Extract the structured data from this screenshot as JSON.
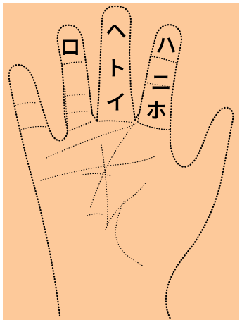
{
  "colors": {
    "skin": "#fdc99a",
    "outline": "#000000",
    "label": "#000000"
  },
  "labels": {
    "ro": "ロ",
    "he": "ヘ",
    "to": "ト",
    "i": "イ",
    "ha": "ハ",
    "ni": "ニ",
    "ho": "ホ"
  }
}
